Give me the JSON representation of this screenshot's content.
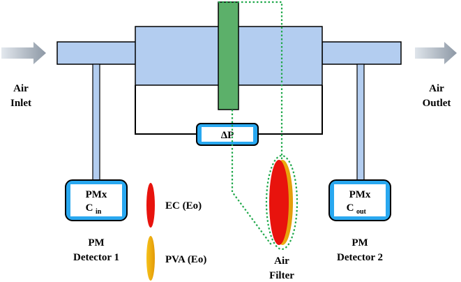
{
  "labels": {
    "air_inlet": [
      "Air",
      "Inlet"
    ],
    "air_outlet": [
      "Air",
      "Outlet"
    ],
    "delta_p": "ΔP",
    "detector1_box": {
      "line1": "PMx",
      "line2_main": "C",
      "line2_sub": "in"
    },
    "detector2_box": {
      "line1": "PMx",
      "line2_main": "C",
      "line2_sub": "out"
    },
    "detector1_caption": [
      "PM",
      "Detector 1"
    ],
    "detector2_caption": [
      "PM",
      "Detector 2"
    ],
    "legend_ec": "EC (Eo)",
    "legend_pva": "PVA (Eo)",
    "air_filter": [
      "Air",
      "Filter"
    ]
  },
  "colors": {
    "duct_fill": "#b3cdf0",
    "detector_fill": "#29a8f0",
    "filter_green": "#5cb06a",
    "ec_red": "#e8130d",
    "pva_orange": "#f2b40c",
    "dotted_green": "#1fa84a",
    "arrow_gray": "#9aa5b1"
  }
}
